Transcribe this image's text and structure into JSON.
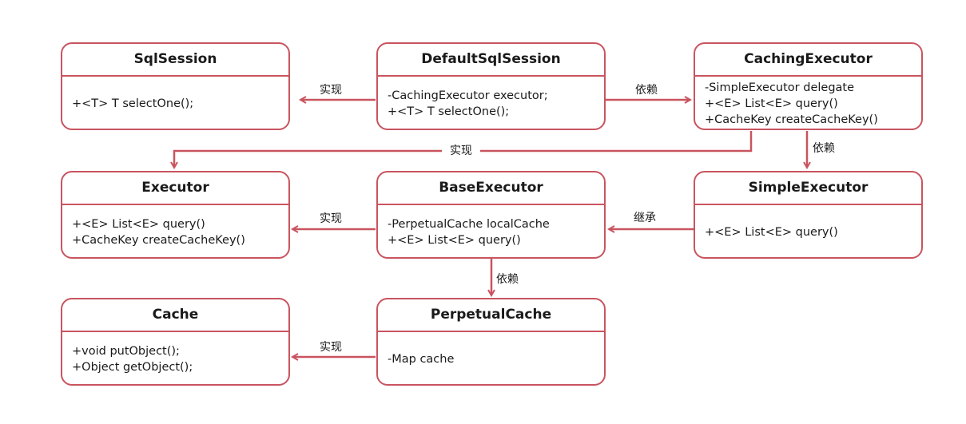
{
  "accent": "#c9545f",
  "classes": {
    "sqlsession": {
      "name": "SqlSession",
      "members": [
        "+<T> T selectOne();"
      ]
    },
    "defaultsqlsession": {
      "name": "DefaultSqlSession",
      "members": [
        "-CachingExecutor executor;",
        "+<T> T selectOne();"
      ]
    },
    "cachingexecutor": {
      "name": "CachingExecutor",
      "members": [
        "-SimpleExecutor delegate",
        "+<E> List<E> query()",
        "+CacheKey createCacheKey()"
      ]
    },
    "executor": {
      "name": "Executor",
      "members": [
        "+<E> List<E> query()",
        "+CacheKey createCacheKey()"
      ]
    },
    "baseexecutor": {
      "name": "BaseExecutor",
      "members": [
        "-PerpetualCache localCache",
        "+<E> List<E> query()"
      ]
    },
    "simpleexecutor": {
      "name": "SimpleExecutor",
      "members": [
        "+<E> List<E> query()"
      ]
    },
    "cache": {
      "name": "Cache",
      "members": [
        "+void putObject();",
        "+Object getObject();"
      ]
    },
    "perpetualcache": {
      "name": "PerpetualCache",
      "members": [
        "-Map cache"
      ]
    }
  },
  "relations": {
    "default_to_sqlsession": "实现",
    "default_to_caching": "依赖",
    "caching_to_executor": "实现",
    "caching_to_simple": "依赖",
    "base_to_executor": "实现",
    "simple_to_base": "继承",
    "base_to_perpetual": "依赖",
    "perpetual_to_cache": "实现"
  }
}
